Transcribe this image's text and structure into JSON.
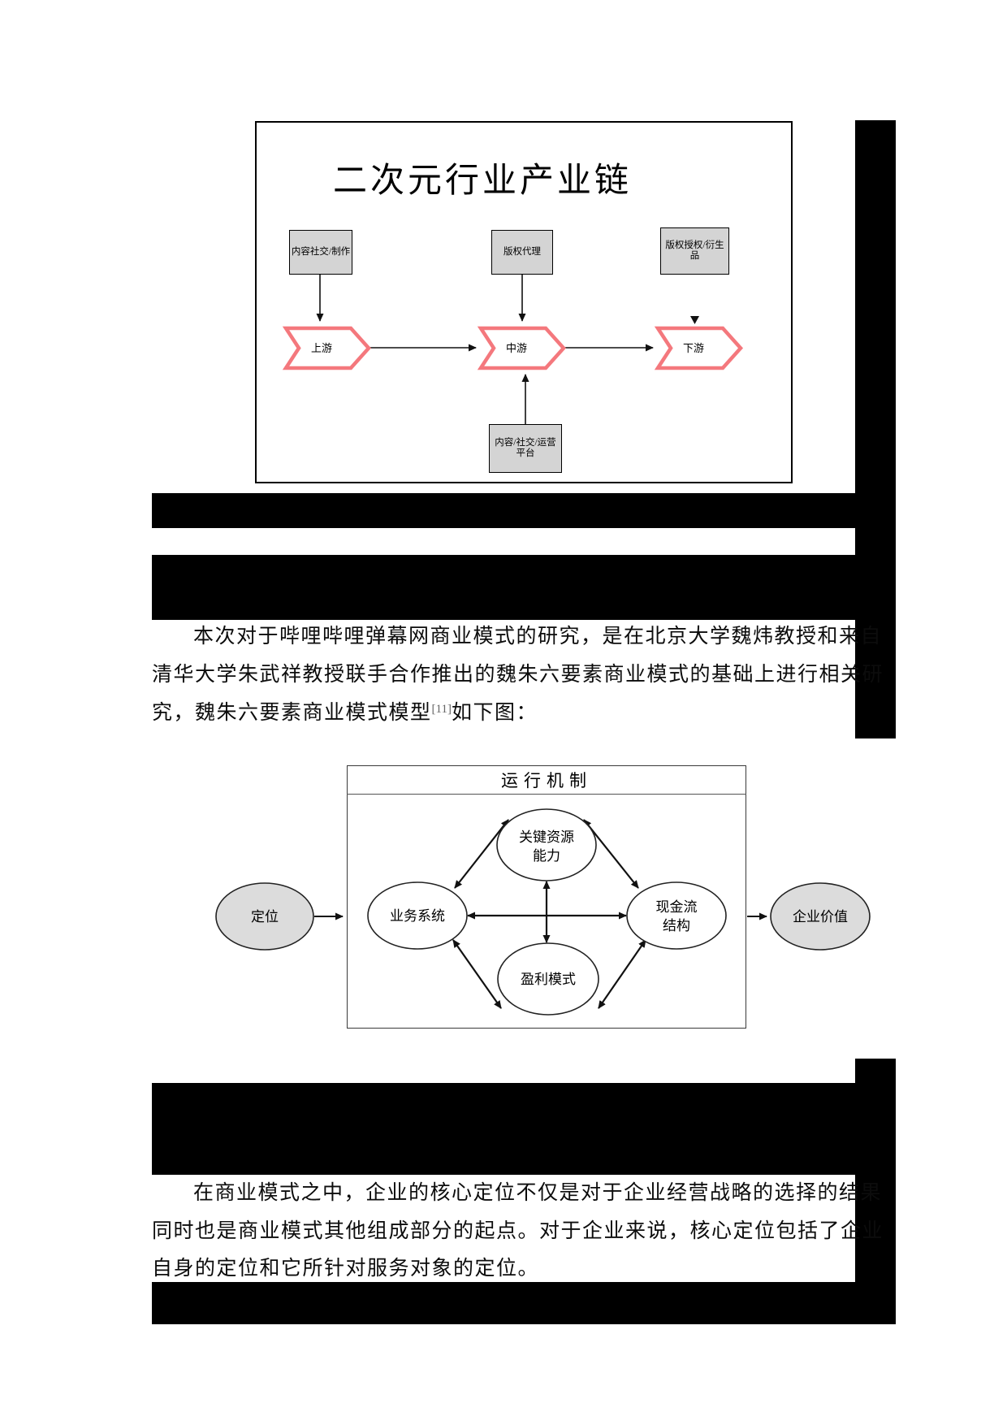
{
  "colors": {
    "redaction_black": "#000000",
    "chevron_red": "#f4787d",
    "top_box_gray": "#d4d4d4",
    "ellipse_gray": "#dcdcdc",
    "text_black": "#0c0c0c"
  },
  "diagram1": {
    "title": "二次元行业产业链",
    "box_top_left": "内容社交/制作",
    "box_top_middle": "版权代理",
    "box_top_right_line1": "版权授权/衍生",
    "box_top_right_line2": "品",
    "box_bottom_line1": "内容/社交/运营",
    "box_bottom_line2": "平台",
    "chevron_upstream": "上游",
    "chevron_midstream": "中游",
    "chevron_downstream": "下游"
  },
  "paragraph1": {
    "line1": "本次对于哔哩哔哩弹幕网商业模式的研究，是在北京大学魏炜教授和来自",
    "line2": "清华大学朱武祥教授联手合作推出的魏朱六要素商业模式的基础上进行相关研",
    "line3_pre": "究，魏朱六要素商业模式模型",
    "line3_sup": "[11]",
    "line3_post": "如下图："
  },
  "diagram2": {
    "title": "运行机制",
    "node_position": "定位",
    "node_business_system": "业务系统",
    "node_key_resources_line1": "关键资源",
    "node_key_resources_line2": "能力",
    "node_cashflow_line1": "现金流",
    "node_cashflow_line2": "结构",
    "node_profit_model": "盈利模式",
    "node_enterprise_value": "企业价值"
  },
  "paragraph2": {
    "line1": "在商业模式之中，企业的核心定位不仅是对于企业经营战略的选择的结果",
    "line2": "同时也是商业模式其他组成部分的起点。对于企业来说，核心定位包括了企业",
    "line3": "自身的定位和它所针对服务对象的定位。"
  }
}
